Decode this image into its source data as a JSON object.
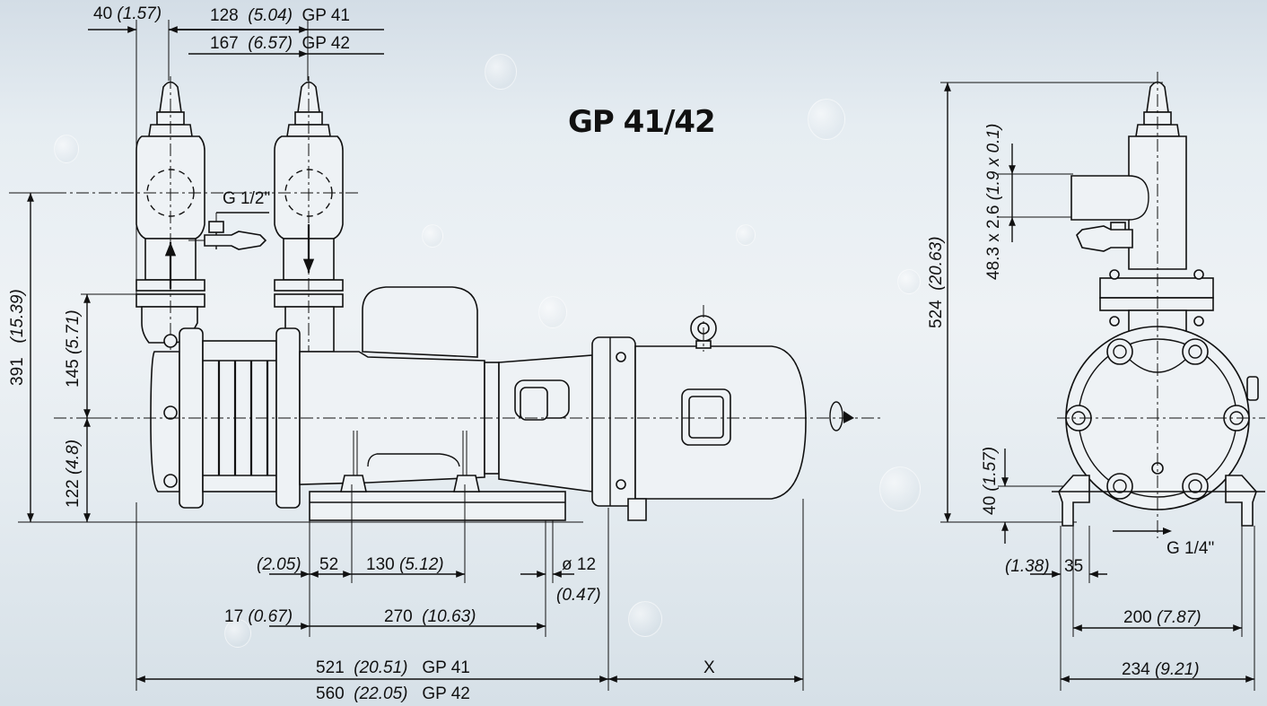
{
  "title": "GP 41/42",
  "dims": {
    "top_40": "40",
    "top_40_in": "(1.57)",
    "top_128": "128",
    "top_128_in": "(5.04)",
    "top_gp41": "GP 41",
    "top_167": "167",
    "top_167_in": "(6.57)",
    "top_gp42": "GP 42",
    "g_half": "G 1/2\"",
    "v_391": "391",
    "v_391_in": "(15.39)",
    "v_145": "145",
    "v_145_in": "(5.71)",
    "v_122": "122",
    "v_122_in": "(4.8)",
    "b_205": "(2.05)",
    "b_52": "52",
    "b_130": "130",
    "b_130_in": "(5.12)",
    "b_d12": "ø 12",
    "b_047": "(0.47)",
    "b_17": "17",
    "b_17_in": "(0.67)",
    "b_270": "270",
    "b_270_in": "(10.63)",
    "b_521": "521",
    "b_521_in": "(20.51)",
    "b_gp41": "GP 41",
    "b_560": "560",
    "b_560_in": "(22.05)",
    "b_gp42": "GP 42",
    "b_x": "X",
    "r_524": "524",
    "r_524_in": "(20.63)",
    "r_pipe": "48.3 x 2.6",
    "r_pipe_in": "(1.9 x 0.1)",
    "r_40": "40",
    "r_40_in": "(1.57)",
    "r_g14": "G 1/4\"",
    "r_138": "(1.38)",
    "r_35": "35",
    "r_200": "200",
    "r_200_in": "(7.87)",
    "r_234": "234",
    "r_234_in": "(9.21)"
  }
}
